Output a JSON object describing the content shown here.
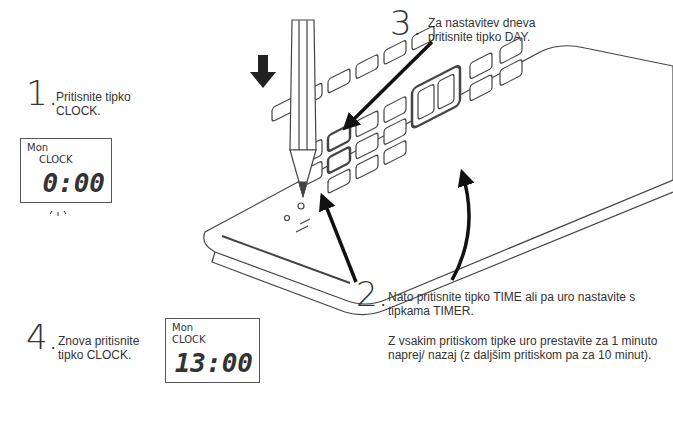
{
  "diagram": {
    "nodes": [
      {
        "text": [
          "Mon",
          "CLOCK",
          "0:00"
        ]
      },
      {
        "text": [
          "Mon",
          "CLOCK",
          "13:00"
        ]
      }
    ],
    "labels": [
      "1.",
      "Pritisnite tipko CLOCK.",
      "2.",
      "Nato pritisnite tipko TIME ali pa uro nastavite s tipkama TIMER.",
      "Z vsakim pritiskom tipke uro prestavite za 1 minuto naprej/ nazaj (z daljšim pritiskom pa za 10 minut).",
      "3.",
      "Za nastavitev dneva pritisnite tipko DAY.",
      "4.",
      "Znova pritisnite tipko CLOCK."
    ]
  }
}
